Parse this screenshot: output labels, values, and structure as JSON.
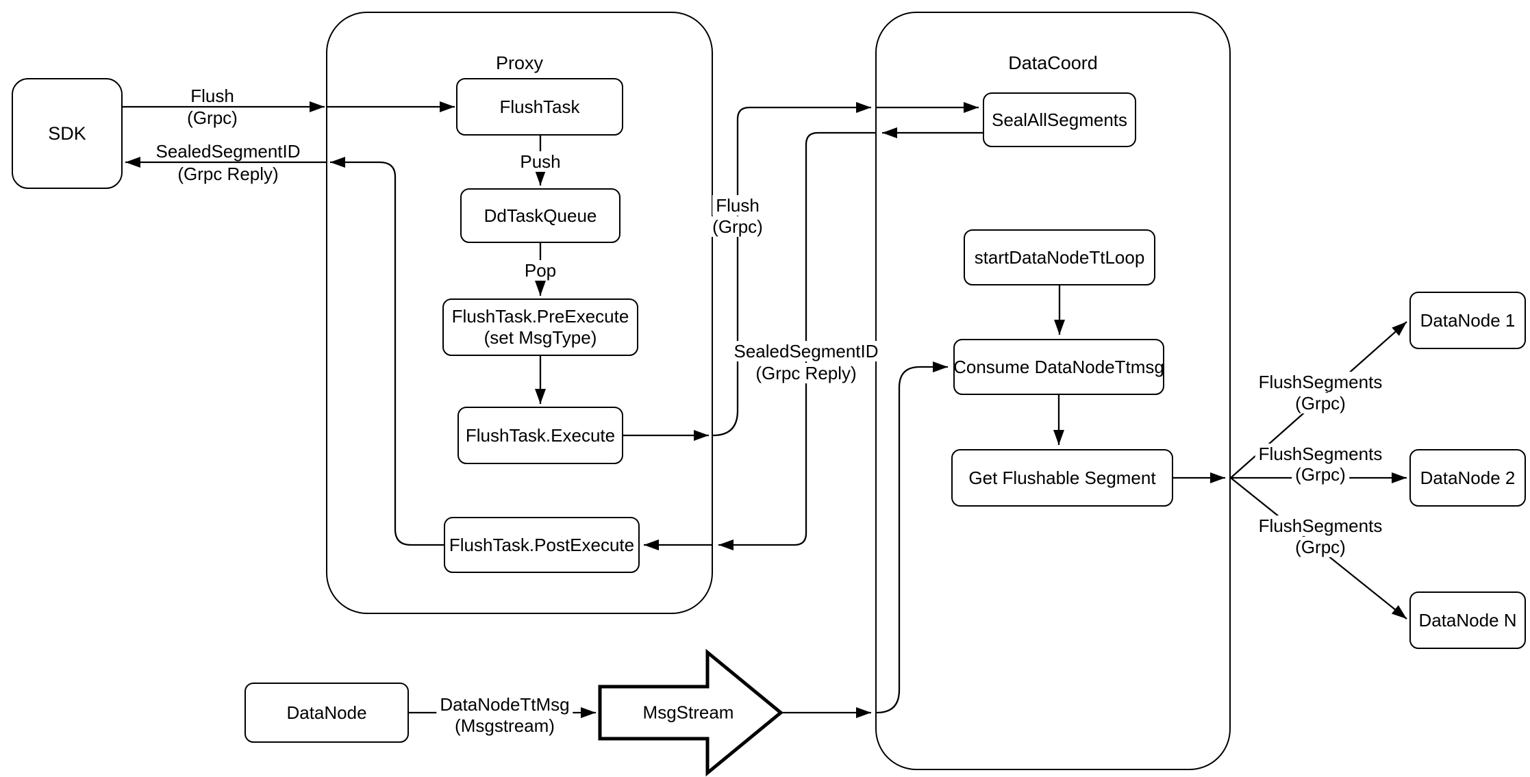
{
  "diagram": {
    "colors": {
      "stroke": "#000000",
      "node_fill": "#ffffff",
      "background": "#ffffff"
    },
    "containers": {
      "proxy": {
        "title": "Proxy"
      },
      "datacoord": {
        "title": "DataCoord"
      }
    },
    "nodes": {
      "sdk": "SDK",
      "flush_task": "FlushTask",
      "dd_task_queue": "DdTaskQueue",
      "pre_execute_line1": "FlushTask.PreExecute",
      "pre_execute_line2": "(set MsgType)",
      "execute": "FlushTask.Execute",
      "post_execute": "FlushTask.PostExecute",
      "seal_all_segments": "SealAllSegments",
      "start_datanode_tt_loop": "startDataNodeTtLoop",
      "consume_datanode_ttmsg": "Consume DataNodeTtmsg",
      "get_flushable_segment": "Get Flushable Segment",
      "datanode_1": "DataNode 1",
      "datanode_2": "DataNode 2",
      "datanode_n": "DataNode N",
      "datanode": "DataNode",
      "msgstream": "MsgStream"
    },
    "edge_labels": {
      "sdk_flush": {
        "line1": "Flush",
        "line2": "(Grpc)"
      },
      "sdk_reply": {
        "line1": "SealedSegmentID",
        "line2": "(Grpc Reply)"
      },
      "push": "Push",
      "pop": "Pop",
      "proxy_flush": {
        "line1": "Flush",
        "line2": "(Grpc)"
      },
      "datacoord_reply": {
        "line1": "SealedSegmentID",
        "line2": "(Grpc Reply)"
      },
      "datanode_ttmsg": {
        "line1": "DataNodeTtMsg",
        "line2": "(Msgstream)"
      },
      "flush_segments_1": {
        "line1": "FlushSegments",
        "line2": "(Grpc)"
      },
      "flush_segments_2": {
        "line1": "FlushSegments",
        "line2": "(Grpc)"
      },
      "flush_segments_3": {
        "line1": "FlushSegments",
        "line2": "(Grpc)"
      }
    }
  }
}
